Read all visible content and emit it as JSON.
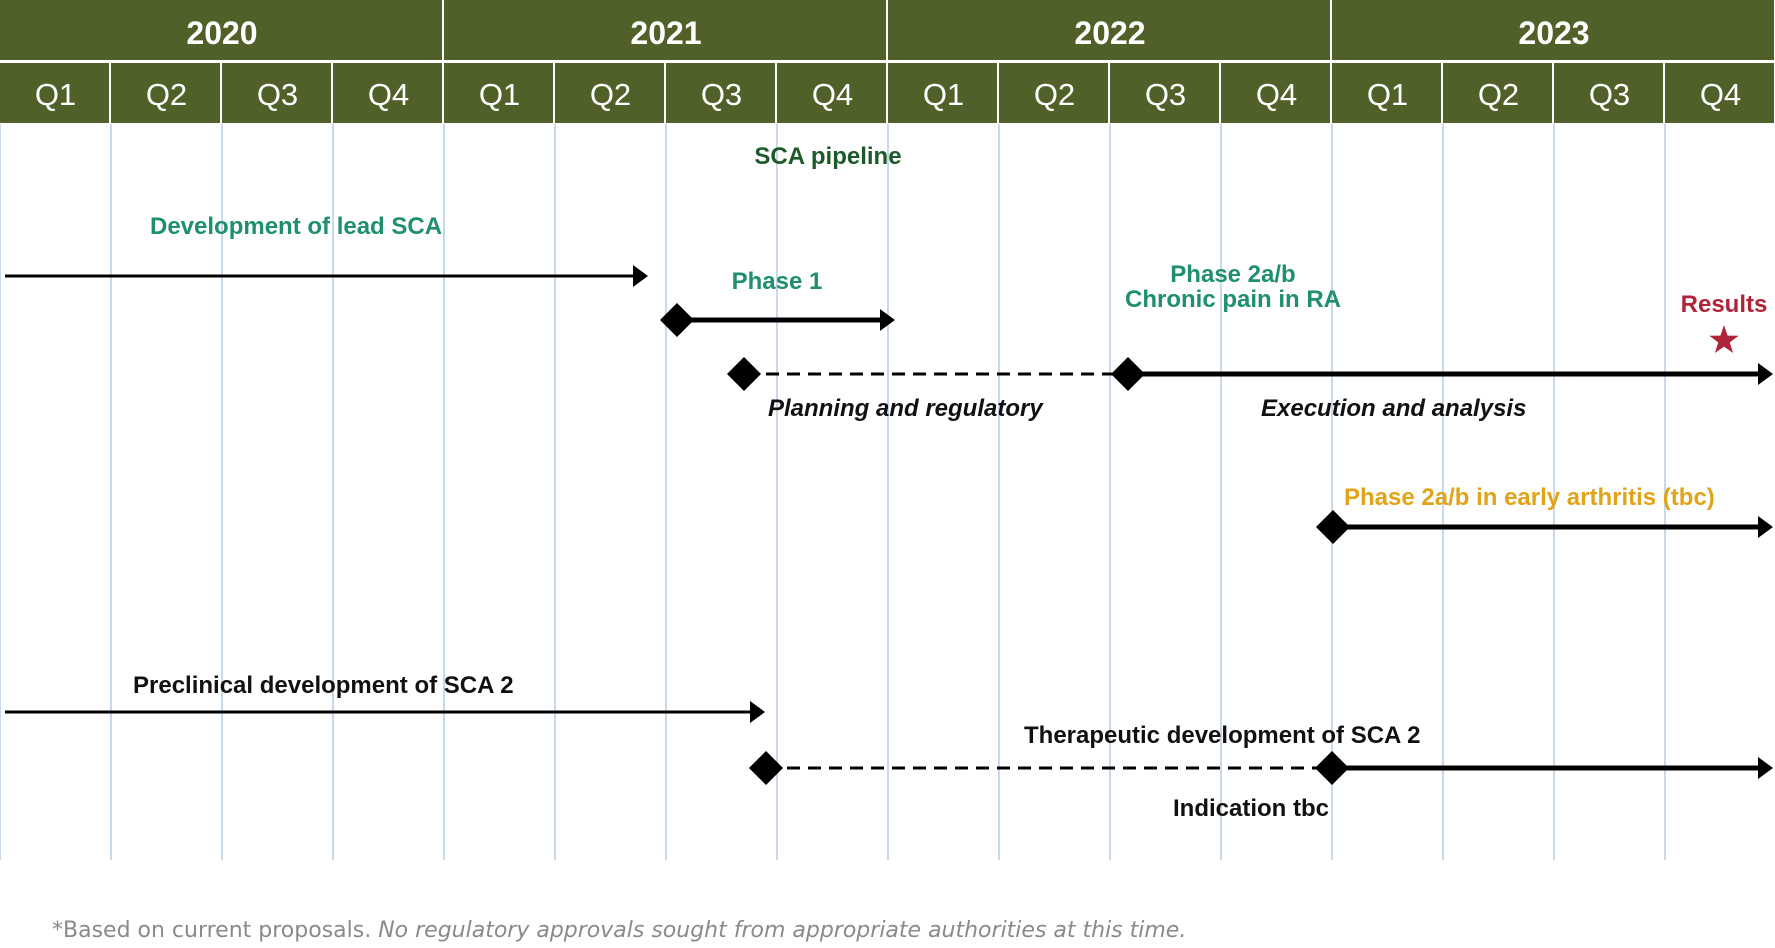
{
  "colors": {
    "header_bg": "#4f6128",
    "header_text": "#ffffff",
    "grid_line": "#c9d9ea",
    "green_text": "#1f8f6f",
    "dark_green_text": "#1d5a2a",
    "red_text": "#b0243a",
    "orange_text": "#e0a319",
    "black": "#000000"
  },
  "timeline": {
    "years": [
      "2020",
      "2021",
      "2022",
      "2023"
    ],
    "quarters": [
      "Q1",
      "Q2",
      "Q3",
      "Q4"
    ]
  },
  "labels": {
    "sca_pipeline": "SCA pipeline",
    "development_lead": "Development of lead SCA",
    "phase1": "Phase 1",
    "phase2_line1": "Phase 2a/b",
    "phase2_line2": "Chronic pain in RA",
    "results": "Results",
    "planning": "Planning and regulatory",
    "execution": "Execution and analysis",
    "early_arthritis": "Phase 2a/b in early arthritis (tbc)",
    "preclinical": "Preclinical development of SCA 2",
    "therapeutic": "Therapeutic development of SCA 2",
    "indication": "Indication tbc"
  },
  "footnote": {
    "plain": "*Based on current proposals. ",
    "italic": "No regulatory approvals sought from appropriate authorities at this time."
  },
  "icons": {
    "milestone": "diamond-icon",
    "results": "star-icon",
    "arrow": "arrowhead-icon"
  }
}
